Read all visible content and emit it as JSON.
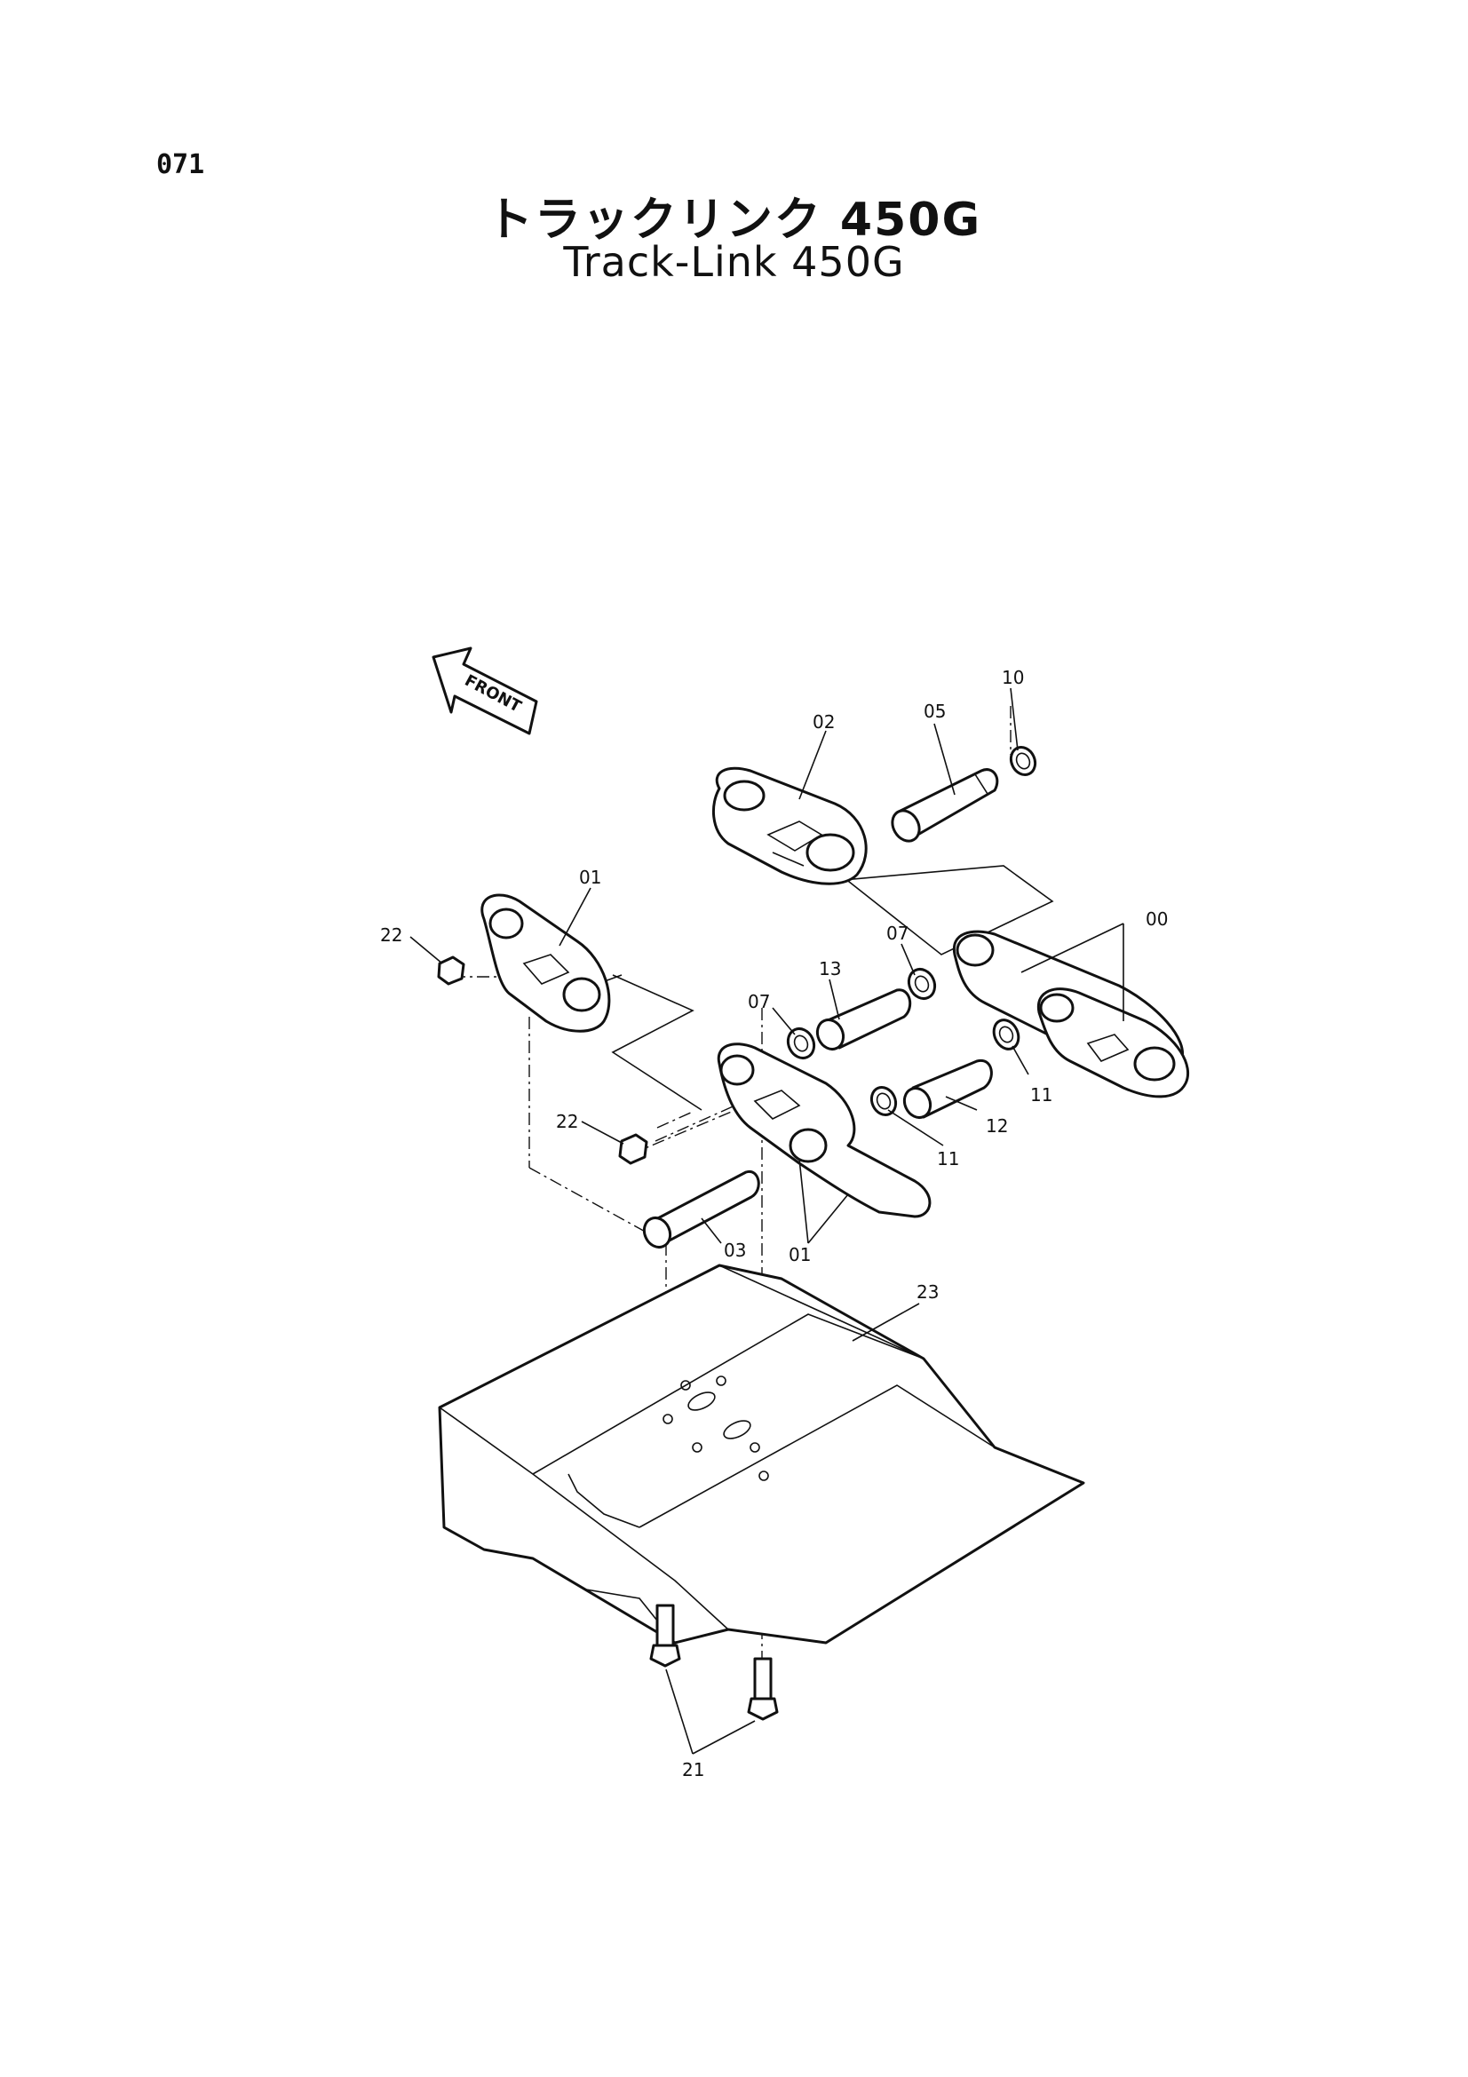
{
  "header": {
    "page_number": "071",
    "title_jp": "トラックリンク 450G",
    "title_en": "Track-Link 450G"
  },
  "diagram": {
    "front_label": "FRONT",
    "callouts": [
      {
        "id": "c10",
        "label": "10"
      },
      {
        "id": "c02",
        "label": "02"
      },
      {
        "id": "c05",
        "label": "05"
      },
      {
        "id": "c01a",
        "label": "01"
      },
      {
        "id": "c00",
        "label": "00"
      },
      {
        "id": "c22a",
        "label": "22"
      },
      {
        "id": "c07a",
        "label": "07"
      },
      {
        "id": "c13",
        "label": "13"
      },
      {
        "id": "c07b",
        "label": "07"
      },
      {
        "id": "c11a",
        "label": "11"
      },
      {
        "id": "c12",
        "label": "12"
      },
      {
        "id": "c22b",
        "label": "22"
      },
      {
        "id": "c11b",
        "label": "11"
      },
      {
        "id": "c03",
        "label": "03"
      },
      {
        "id": "c01b",
        "label": "01"
      },
      {
        "id": "c23",
        "label": "23"
      },
      {
        "id": "c21",
        "label": "21"
      }
    ]
  }
}
